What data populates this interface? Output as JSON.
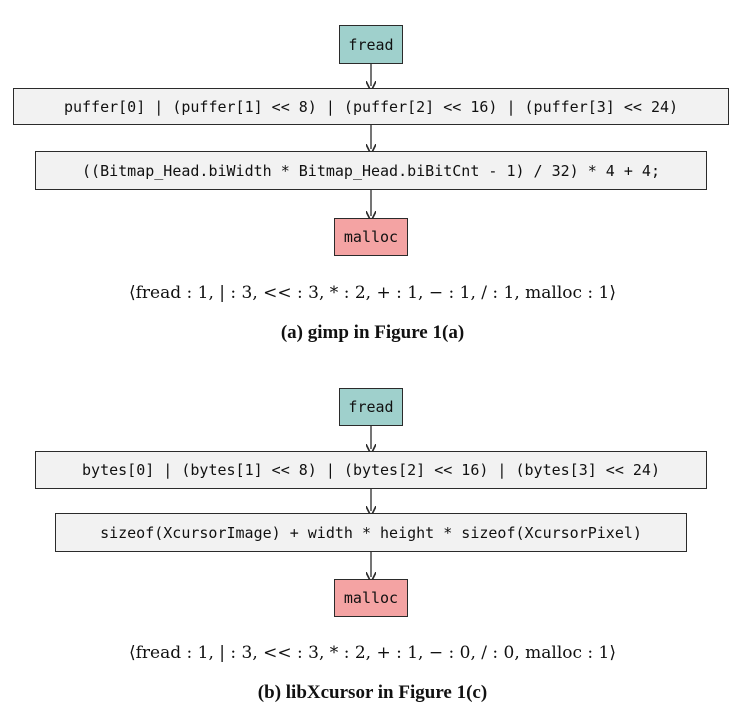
{
  "panel_a": {
    "source": "fread",
    "expr1": "puffer[0] | (puffer[1] << 8) | (puffer[2] << 16) | (puffer[3] << 24)",
    "expr2": "((Bitmap_Head.biWidth * Bitmap_Head.biBitCnt - 1) / 32) * 4 + 4;",
    "sink": "malloc",
    "features": "⟨fread : 1,  | : 3,  << : 3,  * : 2,  + : 1,  − : 1,  / : 1,  malloc : 1⟩",
    "caption": "(a) gimp in Figure 1(a)"
  },
  "panel_b": {
    "source": "fread",
    "expr1": "bytes[0] | (bytes[1] << 8) | (bytes[2] << 16) | (bytes[3] << 24)",
    "expr2": "sizeof(XcursorImage) + width * height * sizeof(XcursorPixel)",
    "sink": "malloc",
    "features": "⟨fread : 1,  | : 3,  << : 3,  * : 2,  + : 1,  − : 0,  / : 0,  malloc : 1⟩",
    "caption": "(b) libXcursor in Figure 1(c)"
  },
  "colors": {
    "source": "#9fd0cc",
    "sink": "#f4a3a3",
    "expr": "#f2f2f2",
    "border": "#2b2b2b"
  }
}
